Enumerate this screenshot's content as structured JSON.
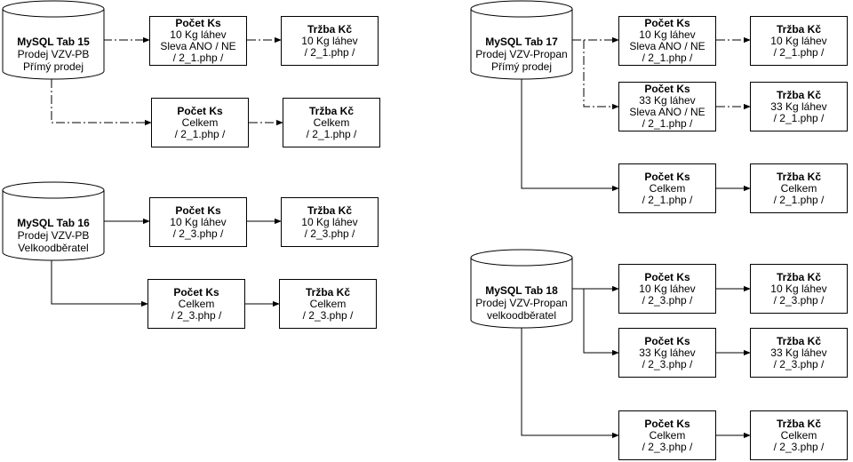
{
  "databases": [
    {
      "id": "tab15",
      "title": "MySQL Tab 15",
      "lines": [
        "Prodej VZV-PB",
        "Přímý prodej"
      ]
    },
    {
      "id": "tab16",
      "title": "MySQL Tab 16",
      "lines": [
        "Prodej VZV-PB",
        "Velkoodběratel"
      ]
    },
    {
      "id": "tab17",
      "title": "MySQL Tab 17",
      "lines": [
        "Prodej VZV-Propan",
        "Přímý prodej"
      ]
    },
    {
      "id": "tab18",
      "title": "MySQL Tab 18",
      "lines": [
        "Prodej VZV-Propan",
        "velkoodběratel"
      ]
    }
  ],
  "boxes": [
    {
      "id": "b15a1",
      "title": "Počet Ks",
      "lines": [
        "10 Kg láhev",
        "Sleva ANO / NE",
        "/ 2_1.php /"
      ]
    },
    {
      "id": "b15a2",
      "title": "Tržba Kč",
      "lines": [
        "10 Kg láhev",
        "/ 2_1.php /"
      ]
    },
    {
      "id": "b15b1",
      "title": "Počet Ks",
      "lines": [
        "Celkem",
        "/ 2_1.php /"
      ]
    },
    {
      "id": "b15b2",
      "title": "Tržba Kč",
      "lines": [
        "Celkem",
        "/ 2_1.php /"
      ]
    },
    {
      "id": "b16a1",
      "title": "Počet Ks",
      "lines": [
        "10 Kg láhev",
        "/ 2_3.php /"
      ]
    },
    {
      "id": "b16a2",
      "title": "Tržba Kč",
      "lines": [
        "10 Kg láhev",
        "/ 2_3.php /"
      ]
    },
    {
      "id": "b16b1",
      "title": "Počet Ks",
      "lines": [
        "Celkem",
        "/ 2_3.php /"
      ]
    },
    {
      "id": "b16b2",
      "title": "Tržba Kč",
      "lines": [
        "Celkem",
        "/ 2_3.php /"
      ]
    },
    {
      "id": "b17a1",
      "title": "Počet Ks",
      "lines": [
        "10 Kg láhev",
        "Sleva ANO / NE",
        "/ 2_1.php /"
      ]
    },
    {
      "id": "b17a2",
      "title": "Tržba Kč",
      "lines": [
        "10 Kg láhev",
        "/ 2_1.php /"
      ]
    },
    {
      "id": "b17b1",
      "title": "Počet Ks",
      "lines": [
        "33 Kg láhev",
        "Sleva ANO / NE",
        "/ 2_1.php /"
      ]
    },
    {
      "id": "b17b2",
      "title": "Tržba Kč",
      "lines": [
        "33 Kg láhev",
        "/ 2_1.php /"
      ]
    },
    {
      "id": "b17c1",
      "title": "Počet Ks",
      "lines": [
        "Celkem",
        "/ 2_1.php /"
      ]
    },
    {
      "id": "b17c2",
      "title": "Tržba Kč",
      "lines": [
        "Celkem",
        "/ 2_1.php /"
      ]
    },
    {
      "id": "b18a1",
      "title": "Počet Ks",
      "lines": [
        "10 Kg láhev",
        "/ 2_3.php /"
      ]
    },
    {
      "id": "b18a2",
      "title": "Tržba Kč",
      "lines": [
        "10 Kg láhev",
        "/ 2_3.php /"
      ]
    },
    {
      "id": "b18b1",
      "title": "Počet Ks",
      "lines": [
        "33 Kg láhev",
        "/ 2_3.php /"
      ]
    },
    {
      "id": "b18b2",
      "title": "Tržba Kč",
      "lines": [
        "33 Kg láhev",
        "/ 2_3.php /"
      ]
    },
    {
      "id": "b18c1",
      "title": "Počet Ks",
      "lines": [
        "Celkem",
        "/ 2_3.php /"
      ]
    },
    {
      "id": "b18c2",
      "title": "Tržba Kč",
      "lines": [
        "Celkem",
        "/ 2_3.php /"
      ]
    }
  ]
}
